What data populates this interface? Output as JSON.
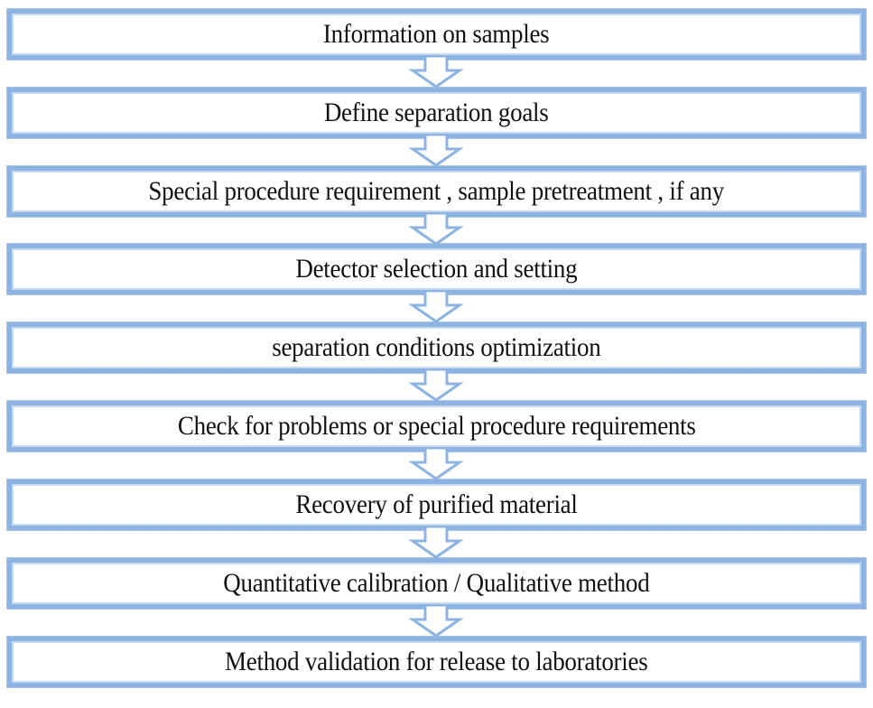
{
  "steps": [
    "Information on samples",
    "Define separation goals",
    "Special procedure requirement , sample pretreatment , if any",
    "Detector selection and setting",
    "separation conditions optimization",
    "Check for problems or special procedure requirements",
    "Recovery of purified material",
    "Quantitative calibration / Qualitative method",
    "Method validation for release to laboratories"
  ],
  "colors": {
    "box_border": "#8db3e2",
    "box_inner": "#c6d9f1",
    "arrow_fill": "#ffffff",
    "arrow_stroke": "#8db3e2",
    "text": "#111111"
  }
}
